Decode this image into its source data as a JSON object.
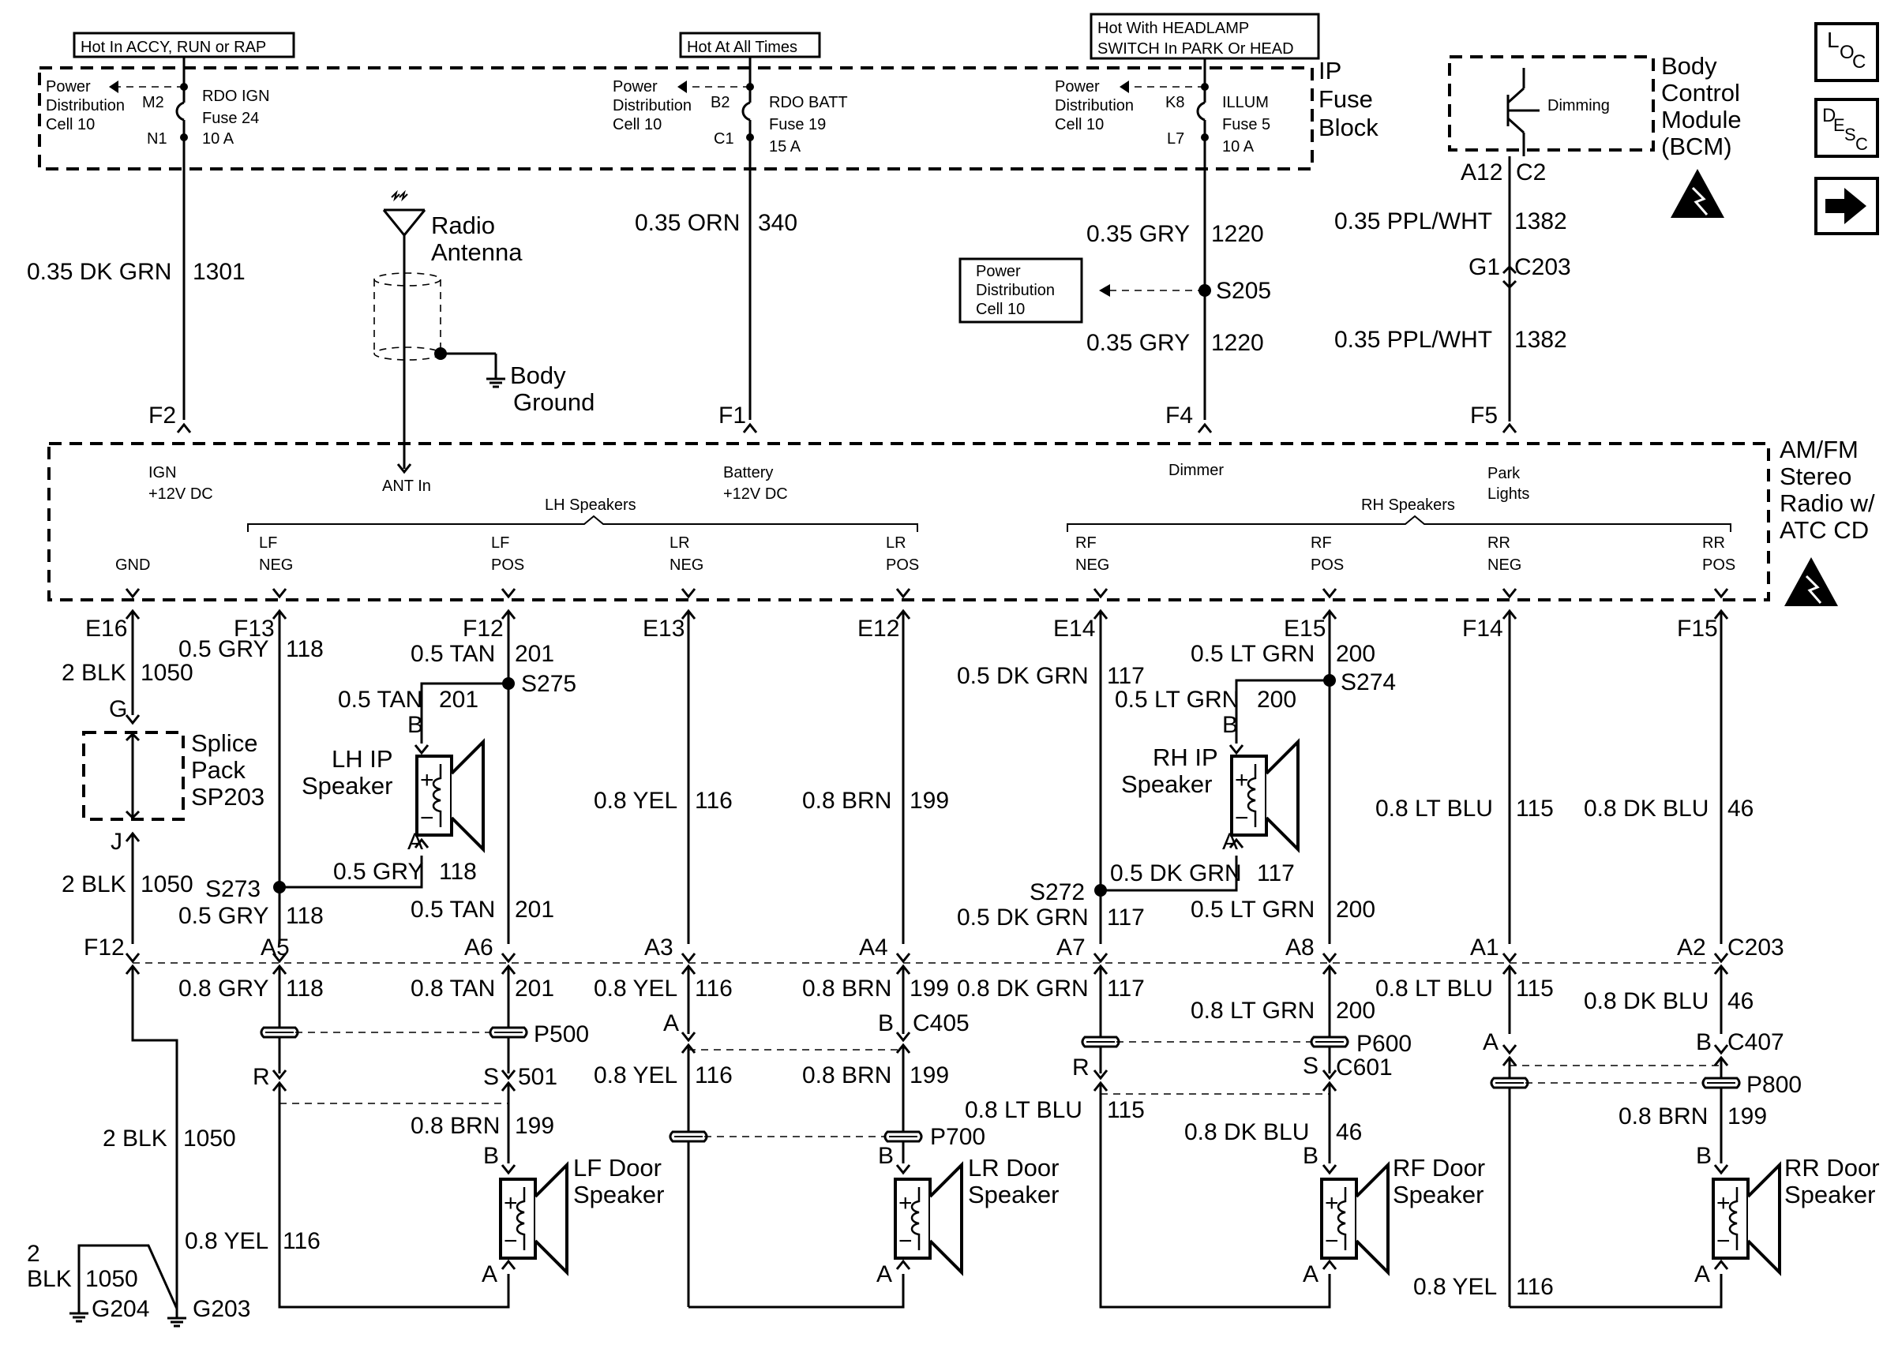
{
  "header": {
    "hot_accy": "Hot In ACCY, RUN or RAP",
    "hot_all": "Hot At All Times",
    "hot_head_1": "Hot With HEADLAMP",
    "hot_head_2": "SWITCH In PARK Or HEAD"
  },
  "fuse_block": {
    "label_1": "IP",
    "label_2": "Fuse",
    "label_3": "Block",
    "pd": [
      "Power",
      "Distribution",
      "Cell 10"
    ],
    "rdo_ign": {
      "name": "RDO IGN",
      "fuse": "Fuse 24",
      "amps": "10 A",
      "in": "M2",
      "out": "N1"
    },
    "rdo_batt": {
      "name": "RDO BATT",
      "fuse": "Fuse 19",
      "amps": "15 A",
      "in": "B2",
      "out": "C1"
    },
    "illum": {
      "name": "ILLUM",
      "fuse": "Fuse 5",
      "amps": "10 A",
      "in": "K8",
      "out": "L7"
    }
  },
  "bcm": {
    "l1": "Body",
    "l2": "Control",
    "l3": "Module",
    "l4": "(BCM)",
    "dimming": "Dimming"
  },
  "nav": {
    "loc_1": "L",
    "loc_2": "O",
    "loc_3": "C",
    "desc_1": "D",
    "desc_2": "E",
    "desc_3": "S",
    "desc_4": "C"
  },
  "antenna": {
    "l1": "Radio",
    "l2": "Antenna",
    "ground_1": "Body",
    "ground_2": "Ground"
  },
  "splice_s205": "S205",
  "pd_box": [
    "Power",
    "Distribution",
    "Cell 10"
  ],
  "radio": {
    "l1": "AM/FM",
    "l2": "Stereo",
    "l3": "Radio w/",
    "l4": "ATC CD",
    "ign_1": "IGN",
    "ign_2": "+12V DC",
    "ant": "ANT In",
    "batt_1": "Battery",
    "batt_2": "+12V DC",
    "dimmer": "Dimmer",
    "park_1": "Park",
    "park_2": "Lights",
    "lh_speakers": "LH Speakers",
    "rh_speakers": "RH Speakers",
    "gnd": "GND",
    "lf_neg": [
      "LF",
      "NEG"
    ],
    "lf_pos": [
      "LF",
      "POS"
    ],
    "lr_neg": [
      "LR",
      "NEG"
    ],
    "lr_pos": [
      "LR",
      "POS"
    ],
    "rf_neg": [
      "RF",
      "NEG"
    ],
    "rf_pos": [
      "RF",
      "POS"
    ],
    "rr_neg": [
      "RR",
      "NEG"
    ],
    "rr_pos": [
      "RR",
      "POS"
    ]
  },
  "pins": {
    "f2": "F2",
    "f1": "F1",
    "f4": "F4",
    "f5": "F5",
    "e16": "E16",
    "f13": "F13",
    "f12": "F12",
    "e13": "E13",
    "e12": "E12",
    "e14": "E14",
    "e15": "E15",
    "f14": "F14",
    "f15": "F15",
    "a12": "A12",
    "c2": "C2",
    "g1": "G1",
    "c203": "C203"
  },
  "wires": {
    "w1301": "0.35  DK GRN",
    "n1301": "1301",
    "w340": "0.35 ORN",
    "n340": "340",
    "w1220": "0.35 GRY",
    "n1220": "1220",
    "w1382": "0.35 PPL/WHT",
    "n1382": "1382",
    "gry05": "0.5 GRY",
    "n118": "118",
    "tan05": "0.5 TAN",
    "n201": "201",
    "dkgrn05": "0.5 DK GRN",
    "n117": "117",
    "ltgrn05": "0.5 LT GRN",
    "n200": "200",
    "blk2": "2 BLK",
    "n1050": "1050",
    "yel08": "0.8 YEL",
    "n116": "116",
    "brn08": "0.8 BRN",
    "n199": "199",
    "ltblu08": "0.8 LT BLU",
    "n115": "115",
    "dkblu08": "0.8 DK BLU",
    "n46": "46",
    "gry08": "0.8 GRY",
    "tan08": "0.8 TAN",
    "dkgrn08": "0.8 DK GRN",
    "ltgrn08": "0.8 LT GRN",
    "dkblu08b": "0.8  DK BLU",
    "n501": "501",
    "blk2_a": "2",
    "blk2_b": "BLK"
  },
  "splice_pack": {
    "l1": "Splice",
    "l2": "Pack",
    "l3": "SP203",
    "g": "G",
    "j": "J"
  },
  "splices": {
    "s273": "S273",
    "s275": "S275",
    "s272": "S272",
    "s274": "S274"
  },
  "speakers": {
    "lh_ip": [
      "LH IP",
      "Speaker"
    ],
    "rh_ip": [
      "RH IP",
      "Speaker"
    ],
    "lf_door": [
      "LF Door",
      "Speaker"
    ],
    "lr_door": [
      "LR Door",
      "Speaker"
    ],
    "rf_door": [
      "RF Door",
      "Speaker"
    ],
    "rr_door": [
      "RR Door",
      "Speaker"
    ]
  },
  "connectors": {
    "c203": "C203",
    "a5": "A5",
    "a6": "A6",
    "a3": "A3",
    "a4": "A4",
    "a7": "A7",
    "a8": "A8",
    "a1": "A1",
    "a2": "A2",
    "f12": "F12",
    "p500": "P500",
    "c405": "C405",
    "p600": "P600",
    "c601": "C601",
    "c407": "C407",
    "p800": "P800",
    "p700": "P700",
    "a": "A",
    "b": "B",
    "r": "R",
    "s": "S"
  },
  "grounds": {
    "g204": "G204",
    "g203": "G203"
  }
}
